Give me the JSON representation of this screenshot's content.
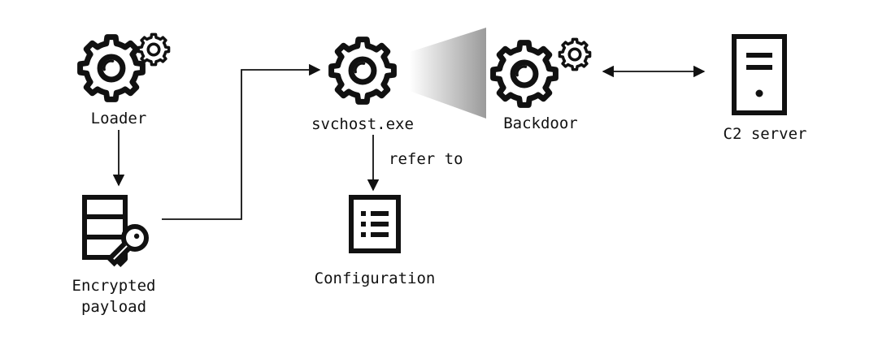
{
  "nodes": {
    "loader": {
      "label": "Loader",
      "icon": "gears-icon"
    },
    "encrypted_payload": {
      "label_line1": "Encrypted",
      "label_line2": "payload",
      "icon": "encrypted-database-key-icon"
    },
    "svchost": {
      "label": "svchost.exe",
      "icon": "gear-icon"
    },
    "backdoor": {
      "label": "Backdoor",
      "icon": "gears-icon"
    },
    "c2_server": {
      "label": "C2 server",
      "icon": "server-icon"
    },
    "configuration": {
      "label": "Configuration",
      "icon": "config-list-icon"
    }
  },
  "edges": {
    "refer_to": {
      "label": "refer to"
    }
  },
  "colors": {
    "stroke": "#111111",
    "background": "#ffffff",
    "shadow_start": "#ffffff",
    "shadow_end": "#9a9a9a"
  }
}
